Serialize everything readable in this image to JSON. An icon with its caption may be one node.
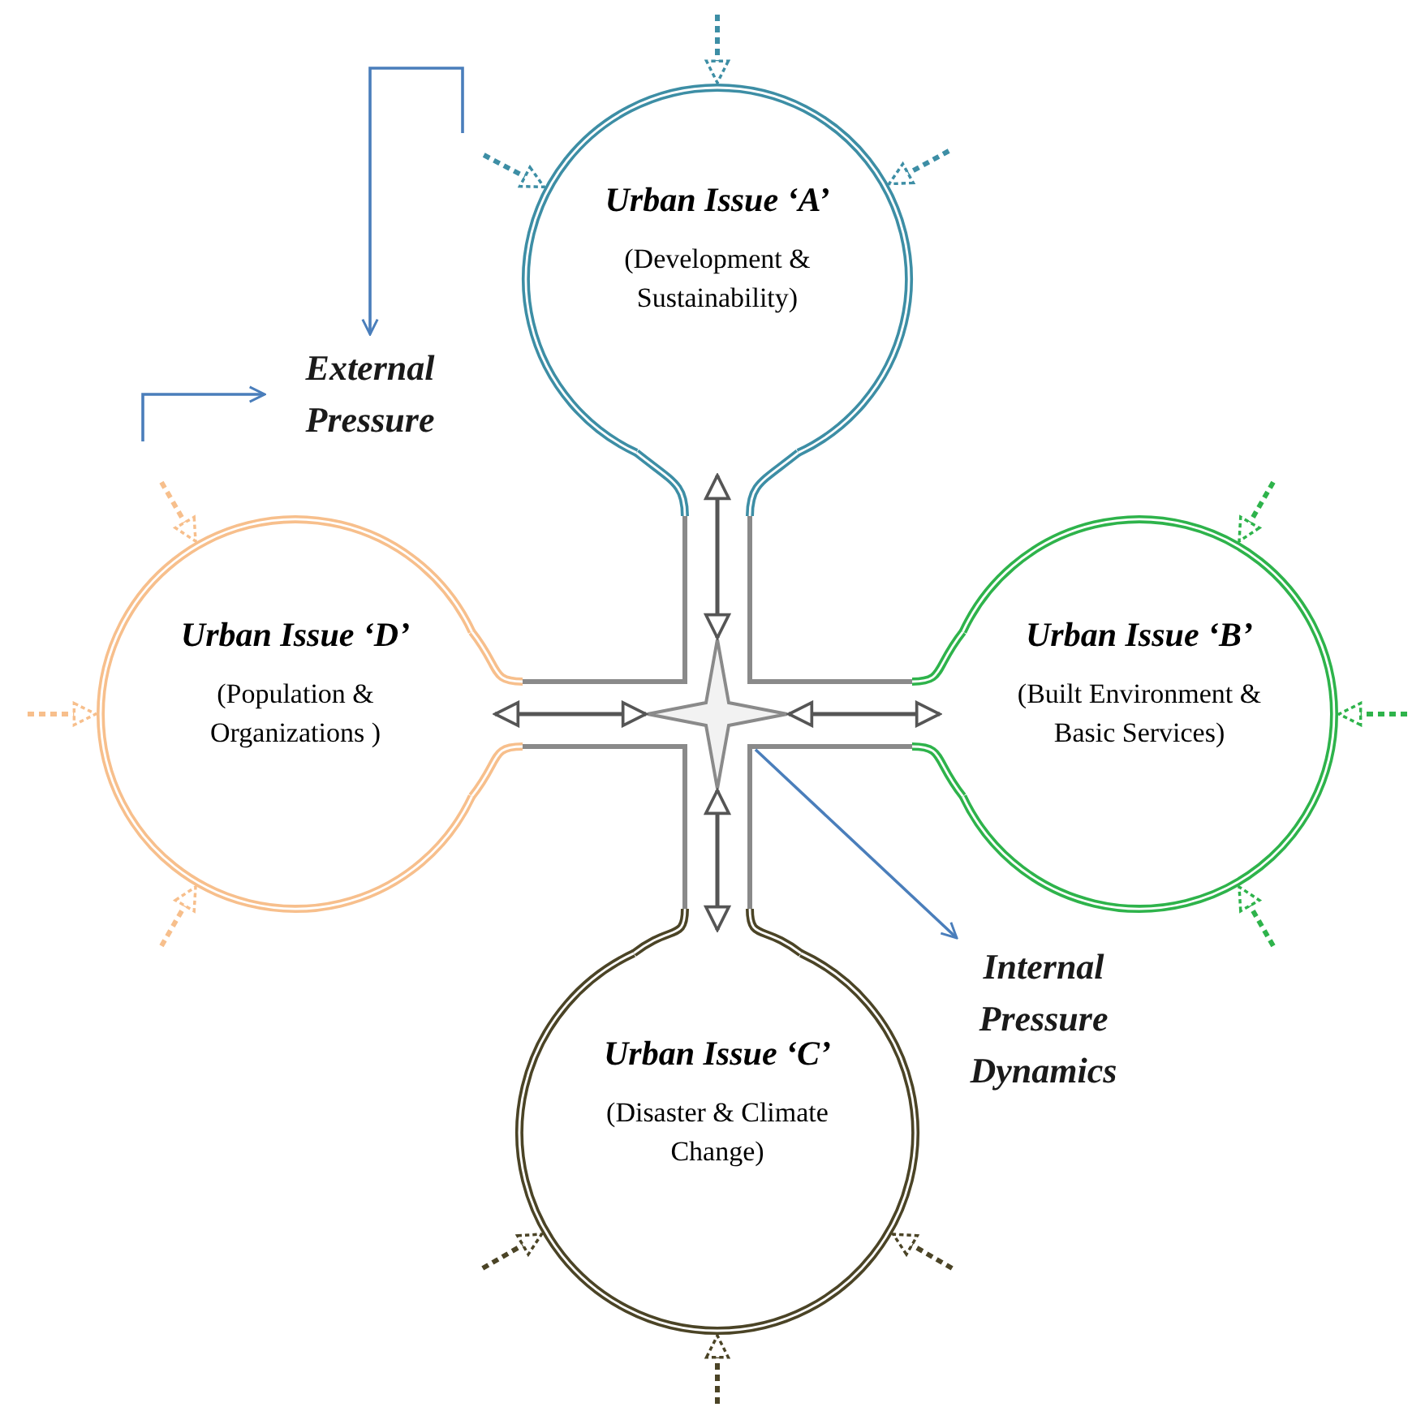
{
  "diagram": {
    "nodes": [
      {
        "text": [
          "Urban Issue ‘A’",
          "(Development & Sustainability)"
        ]
      },
      {
        "text": [
          "External Pressure"
        ]
      },
      {
        "text": [
          "Urban Issue ‘D’",
          "(Population & Organizations )"
        ]
      },
      {
        "text": [],
        "shape": "star"
      },
      {
        "text": [
          "Urban Issue ‘B’",
          "(Built Environment & Basic Services)"
        ]
      },
      {
        "text": [
          "Internal Pressure Dynamics"
        ]
      },
      {
        "text": [
          "Urban Issue ‘C’",
          "(Disaster & Climate Change)"
        ]
      }
    ],
    "edges": [
      {
        "from": 0,
        "to": 3,
        "arrow": "both"
      },
      {
        "from": 2,
        "to": 3,
        "arrow": "both"
      },
      {
        "from": 3,
        "to": 4,
        "arrow": "both"
      },
      {
        "from": 3,
        "to": 6,
        "arrow": "both"
      },
      {
        "from": 3,
        "to": 5,
        "arrow": "to",
        "color": "#4a7ebb"
      },
      {
        "from": null,
        "to": 0,
        "arrow": "to",
        "style": "dashed",
        "color": "#3d8ea5"
      },
      {
        "from": null,
        "to": 0,
        "arrow": "to",
        "style": "dashed",
        "color": "#3d8ea5"
      },
      {
        "from": null,
        "to": 0,
        "arrow": "to",
        "style": "dashed",
        "color": "#3d8ea5"
      },
      {
        "from": null,
        "to": 2,
        "arrow": "to",
        "style": "dashed",
        "color": "#f7bf8c"
      },
      {
        "from": null,
        "to": 2,
        "arrow": "to",
        "style": "dashed",
        "color": "#f7bf8c"
      },
      {
        "from": null,
        "to": 2,
        "arrow": "to",
        "style": "dashed",
        "color": "#f7bf8c"
      },
      {
        "from": null,
        "to": 4,
        "arrow": "to",
        "style": "dashed",
        "color": "#2eb34b"
      },
      {
        "from": null,
        "to": 4,
        "arrow": "to",
        "style": "dashed",
        "color": "#2eb34b"
      },
      {
        "from": null,
        "to": 4,
        "arrow": "to",
        "style": "dashed",
        "color": "#2eb34b"
      },
      {
        "from": null,
        "to": 6,
        "arrow": "to",
        "style": "dashed",
        "color": "#4b4426"
      },
      {
        "from": null,
        "to": 6,
        "arrow": "to",
        "style": "dashed",
        "color": "#4b4426"
      },
      {
        "from": null,
        "to": 6,
        "arrow": "to",
        "style": "dashed",
        "color": "#4b4426"
      },
      {
        "from": null,
        "to": 1,
        "arrow": "to",
        "color": "#4a7ebb"
      },
      {
        "from": null,
        "to": 1,
        "arrow": "to",
        "color": "#4a7ebb"
      }
    ]
  }
}
